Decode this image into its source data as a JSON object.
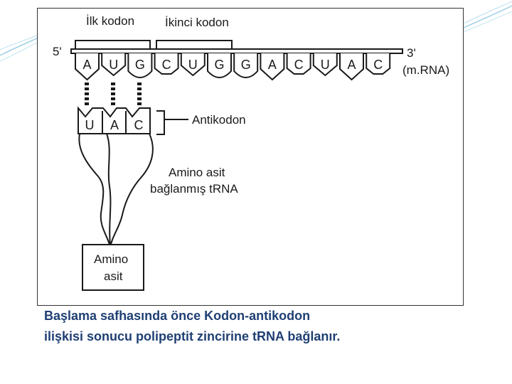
{
  "diagram": {
    "labels": {
      "first_codon": "İlk kodon",
      "second_codon": "İkinci kodon",
      "five_prime": "5'",
      "three_prime": "3'",
      "mrna": "(m.RNA)",
      "anticodon": "Antikodon",
      "trna_line1": "Amino asit",
      "trna_line2": "bağlanmış tRNA",
      "amino_box_line1": "Amino",
      "amino_box_line2": "asit"
    },
    "mrna_bases": [
      "A",
      "U",
      "G",
      "C",
      "U",
      "G",
      "G",
      "A",
      "C",
      "U",
      "A",
      "C"
    ],
    "anticodon_bases": [
      "U",
      "A",
      "C"
    ]
  },
  "caption": {
    "line1": "Başlama safhasında önce Kodon-antikodon",
    "line2": "ilişkisi sonucu polipeptit zincirine tRNA bağlanır."
  },
  "colors": {
    "caption": "#1f3f73",
    "decor": "#9fd0e6"
  }
}
